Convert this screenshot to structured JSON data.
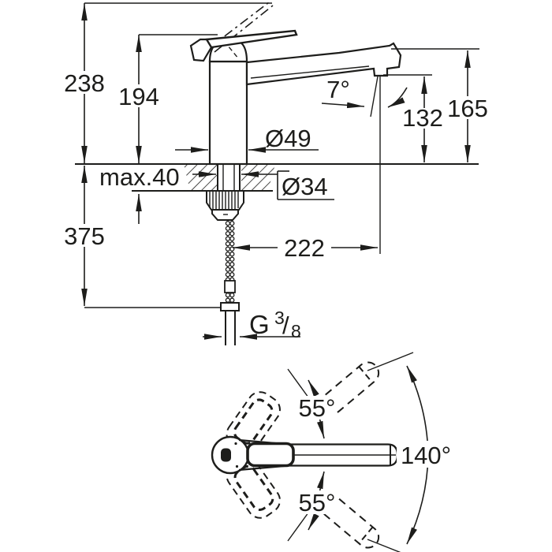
{
  "side_view": {
    "dim_total_height": "238",
    "dim_body_height": "194",
    "dim_counter_thickness": "max.40",
    "dim_below_counter": "375",
    "dim_spout_reach": "222",
    "dim_outlet_height": "132",
    "dim_spout_height": "165",
    "dim_spout_angle": "7°",
    "dim_body_diameter": "Ø49",
    "dim_shank_diameter": "Ø34",
    "connection_thread": {
      "letter": "G",
      "numerator": "3",
      "slash": "/",
      "denominator": "8"
    }
  },
  "top_view": {
    "dim_swivel_upper": "55°",
    "dim_swivel_lower": "55°",
    "dim_swivel_total": "140°"
  },
  "colors": {
    "line": "#1d1d1b",
    "background": "#ffffff"
  }
}
